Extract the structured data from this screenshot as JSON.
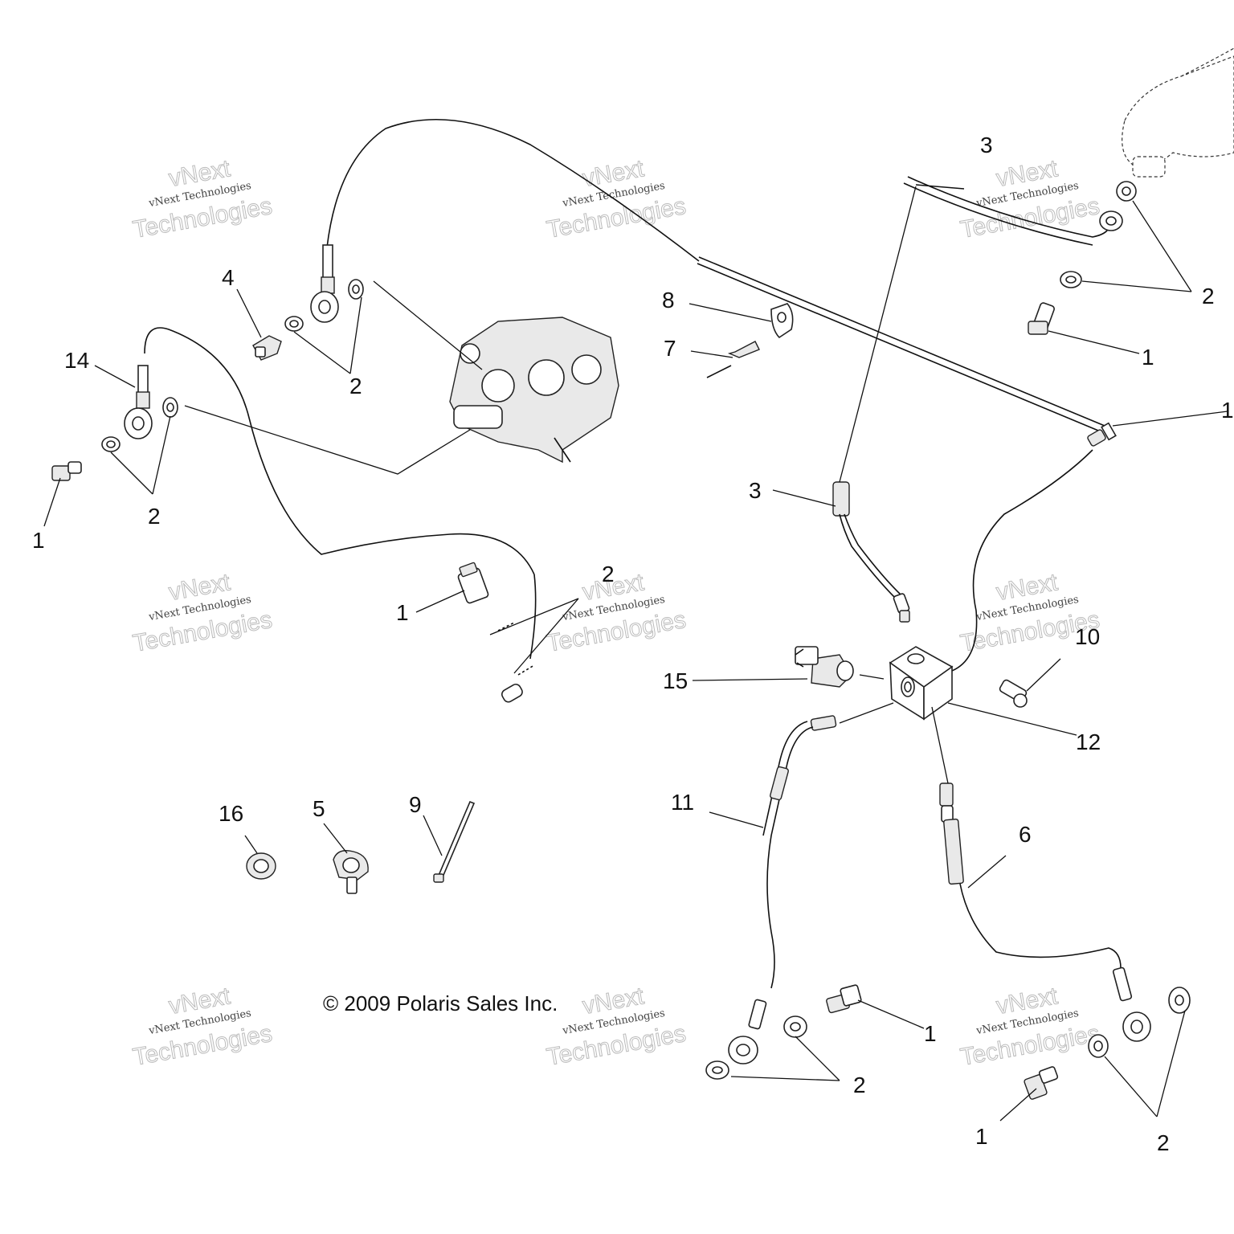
{
  "callouts": {
    "c1_left": "1",
    "c1_mid": "1",
    "c1_right_top": "1",
    "c1_right_edge": "1",
    "c1_bottom_mid": "1",
    "c1_bottom_right": "1",
    "c2_left": "2",
    "c2_upper": "2",
    "c2_mid": "2",
    "c2_right_top": "2",
    "c2_bottom_mid": "2",
    "c2_bottom_right": "2",
    "c3_top": "3",
    "c3_mid": "3",
    "c4": "4",
    "c5": "5",
    "c6": "6",
    "c7": "7",
    "c8": "8",
    "c9": "9",
    "c10": "10",
    "c11": "11",
    "c12": "12",
    "c14": "14",
    "c15": "15",
    "c16": "16"
  },
  "copyright": "© 2009 Polaris Sales Inc.",
  "watermark": {
    "line_small": "vNext Technologies",
    "line_big": "Technologies",
    "line_top": "vNext"
  }
}
